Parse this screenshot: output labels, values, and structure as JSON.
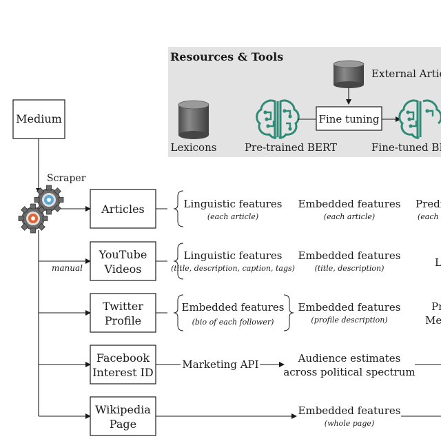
{
  "resources": {
    "title": "Resources & Tools",
    "external_articles": "External Articl",
    "lexicons": "Lexicons",
    "pretrained_bert": "Pre-trained BERT",
    "fine_tuning": "Fine tuning",
    "finetuned_bert": "Fine-tuned BER"
  },
  "source": {
    "medium": "Medium",
    "scraper": "Scraper",
    "manual": "manual"
  },
  "sources": [
    {
      "line1": "Articles",
      "line2": ""
    },
    {
      "line1": "YouTube",
      "line2": "Videos"
    },
    {
      "line1": "Twitter",
      "line2": "Profile"
    },
    {
      "line1": "Facebook",
      "line2": "Interest ID"
    },
    {
      "line1": "Wikipedia",
      "line2": "Page"
    }
  ],
  "rows": {
    "articles": {
      "ling": "Linguistic features",
      "ling_sub": "(each article)",
      "emb": "Embedded features",
      "emb_sub": "(each article)",
      "right": "Predi",
      "right_sub": "(each a"
    },
    "youtube": {
      "ling": "Linguistic features",
      "ling_sub": "(title, description, caption, tags)",
      "emb": "Embedded features",
      "emb_sub": "(title, description)",
      "right": "L"
    },
    "twitter": {
      "emb1": "Embedded features",
      "emb1_sub": "(bio of each follower)",
      "emb2": "Embedded features",
      "emb2_sub": "(profile description)",
      "right1": "Pr",
      "right2": "Met"
    },
    "facebook": {
      "api": "Marketing API",
      "aud1": "Audience estimates",
      "aud2": "across political spectrum"
    },
    "wikipedia": {
      "emb": "Embedded features",
      "emb_sub": "(whole page)"
    }
  }
}
